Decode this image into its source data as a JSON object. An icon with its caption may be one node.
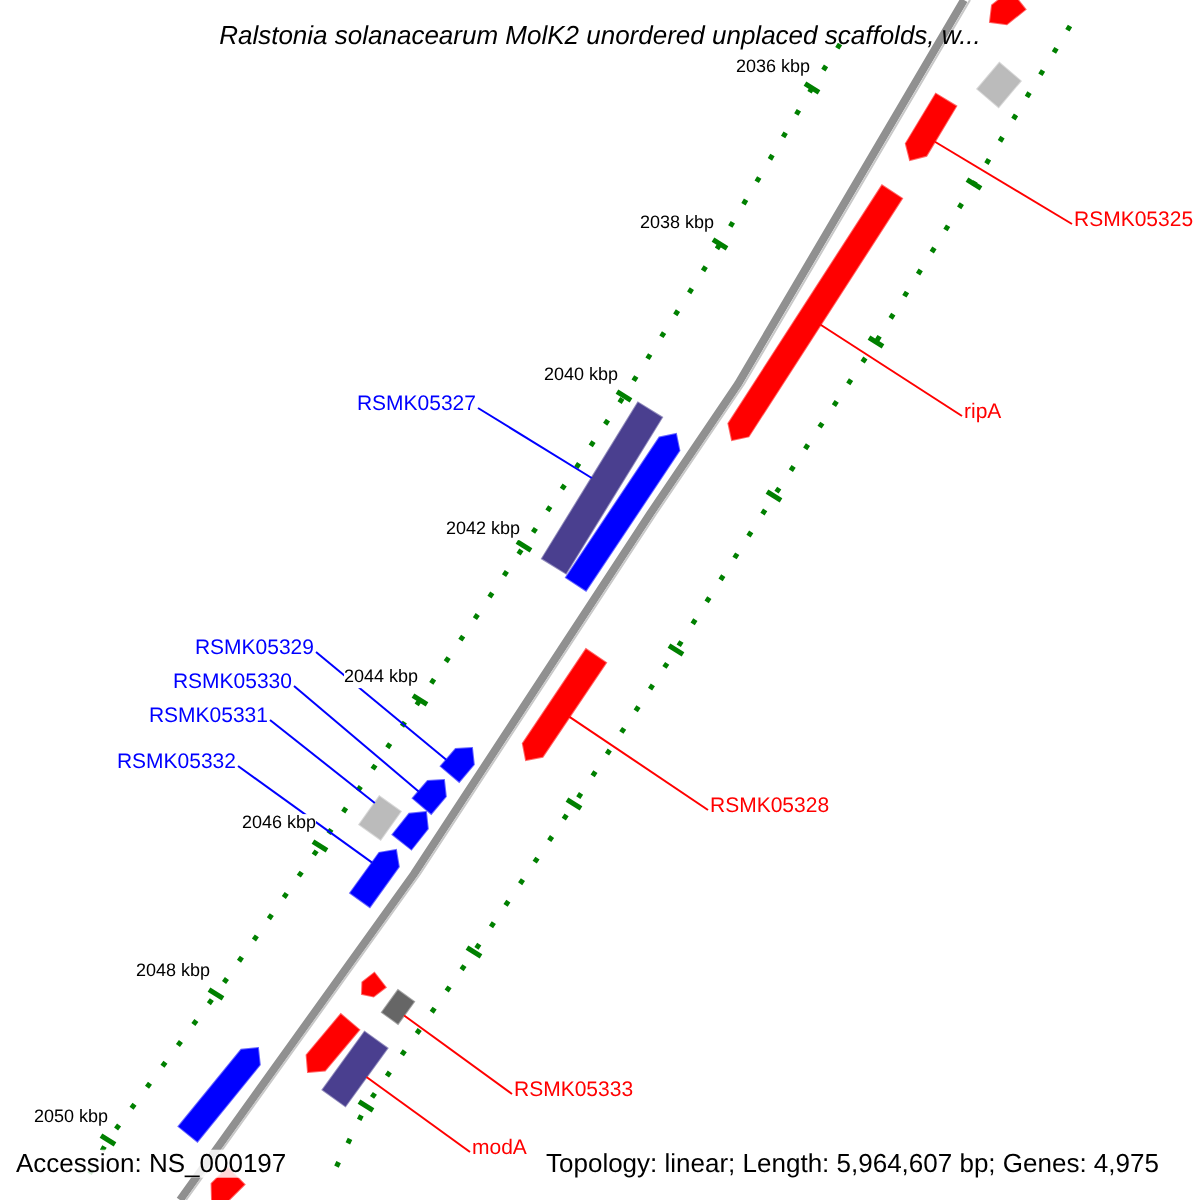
{
  "diagram": {
    "title": "Ralstonia solanacearum MolK2 unordered unplaced scaffolds, w...",
    "nodes": [
      {
        "text": [
          "RSMK05325"
        ]
      },
      {
        "text": [],
        "shape": "arrow"
      },
      {
        "text": [
          "ripA"
        ]
      },
      {
        "text": [],
        "shape": "arrow"
      },
      {
        "text": [
          "RSMK05327"
        ]
      },
      {
        "text": [],
        "shape": "bar"
      },
      {
        "text": [
          "RSMK05328"
        ]
      },
      {
        "text": [],
        "shape": "arrow"
      },
      {
        "text": [
          "RSMK05329"
        ]
      },
      {
        "text": [],
        "shape": "arrow"
      },
      {
        "text": [
          "RSMK05330"
        ]
      },
      {
        "text": [],
        "shape": "arrow"
      },
      {
        "text": [
          "RSMK05331"
        ]
      },
      {
        "text": [],
        "shape": "bar"
      },
      {
        "text": [
          "RSMK05332"
        ]
      },
      {
        "text": [],
        "shape": "arrow"
      },
      {
        "text": [
          "RSMK05333"
        ]
      },
      {
        "text": [],
        "shape": "bar"
      },
      {
        "text": [
          "modA"
        ]
      },
      {
        "text": [],
        "shape": "bar"
      },
      {
        "text": [],
        "shape": "arrow"
      },
      {
        "text": [],
        "shape": "bar"
      },
      {
        "text": [],
        "shape": "arrow"
      },
      {
        "text": [],
        "shape": "arrow"
      },
      {
        "text": [],
        "shape": "arrow"
      },
      {
        "text": [],
        "shape": "arrow"
      },
      {
        "text": [],
        "shape": "arrow"
      },
      {
        "text": [],
        "shape": "arrow"
      }
    ],
    "edges": [
      {
        "from": 0,
        "to": 1,
        "arrow": "none",
        "color": "#ff0000"
      },
      {
        "from": 2,
        "to": 3,
        "arrow": "none",
        "color": "#ff0000"
      },
      {
        "from": 4,
        "to": 5,
        "arrow": "none",
        "color": "#0000ff"
      },
      {
        "from": 6,
        "to": 7,
        "arrow": "none",
        "color": "#ff0000"
      },
      {
        "from": 8,
        "to": 9,
        "arrow": "none",
        "color": "#0000ff"
      },
      {
        "from": 10,
        "to": 11,
        "arrow": "none",
        "color": "#0000ff"
      },
      {
        "from": 12,
        "to": 13,
        "arrow": "none",
        "color": "#0000ff"
      },
      {
        "from": 14,
        "to": 15,
        "arrow": "none",
        "color": "#0000ff"
      },
      {
        "from": 16,
        "to": 17,
        "arrow": "none",
        "color": "#ff0000"
      },
      {
        "from": 18,
        "to": 19,
        "arrow": "none",
        "color": "#ff0000"
      }
    ],
    "labels": [
      "2036 kbp",
      "2038 kbp",
      "2040 kbp",
      "2042 kbp",
      "2044 kbp",
      "2046 kbp",
      "2048 kbp",
      "2050 kbp",
      "Accession: NS_000197",
      "Topology: linear; Length: 5,964,607 bp; Genes: 4,975"
    ]
  }
}
